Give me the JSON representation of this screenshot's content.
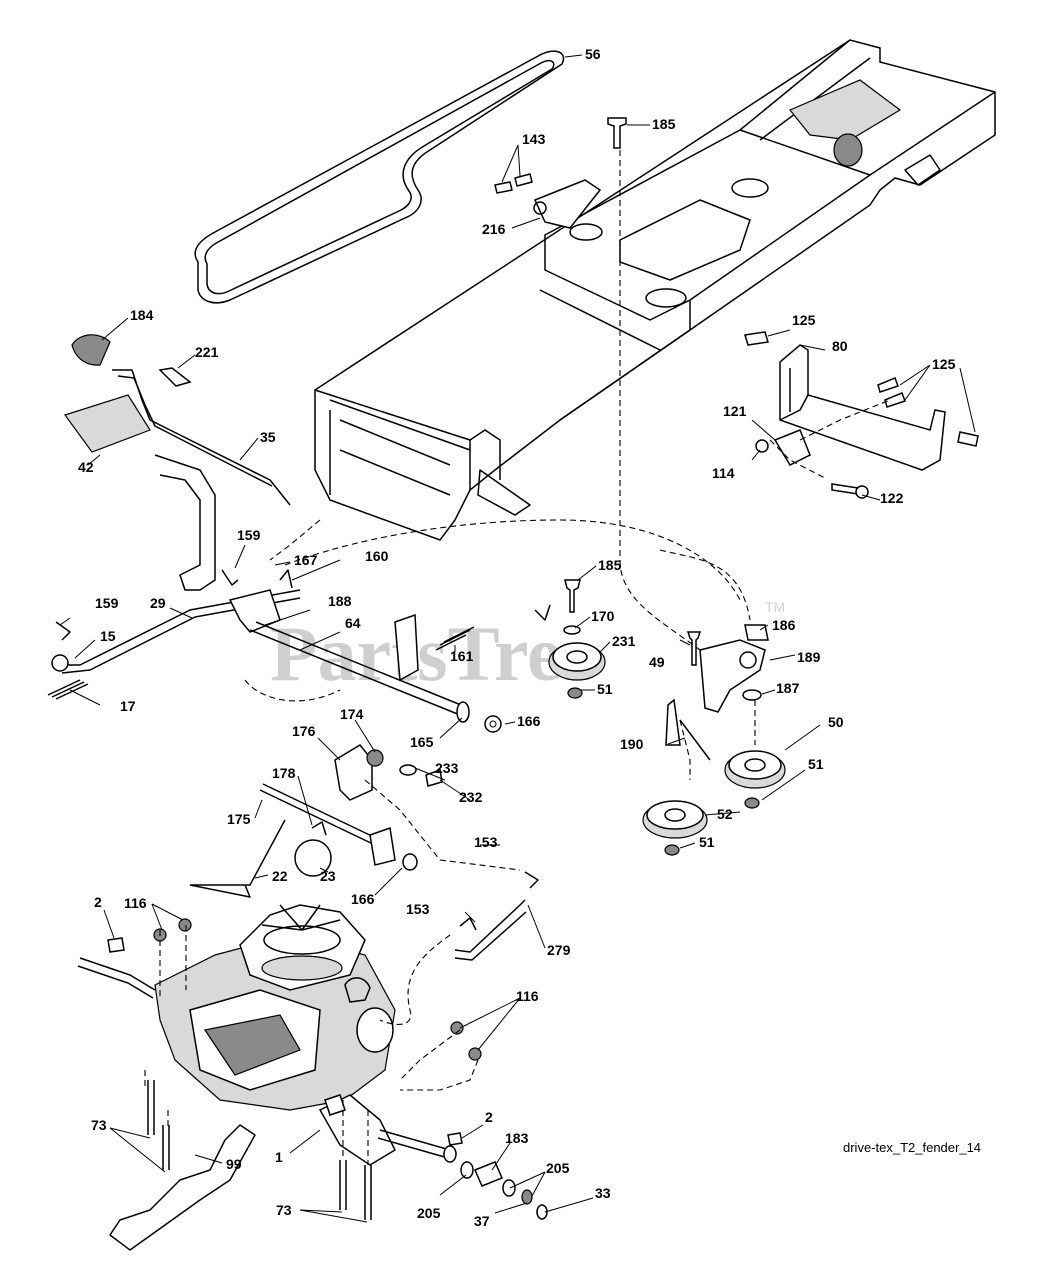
{
  "watermark": "PartsTree",
  "watermark_tm": "TM",
  "caption": "drive-tex_T2_fender_14",
  "callouts": [
    "56",
    "143",
    "185",
    "216",
    "184",
    "221",
    "42",
    "35",
    "125",
    "80",
    "125",
    "121",
    "114",
    "122",
    "159",
    "167",
    "160",
    "185",
    "170",
    "186",
    "49",
    "189",
    "159",
    "29",
    "188",
    "64",
    "161",
    "231",
    "51",
    "187",
    "15",
    "17",
    "190",
    "50",
    "174",
    "176",
    "165",
    "166",
    "178",
    "233",
    "232",
    "51",
    "52",
    "175",
    "51",
    "153",
    "22",
    "23",
    "166",
    "2",
    "116",
    "153",
    "279",
    "116",
    "73",
    "99",
    "1",
    "2",
    "183",
    "205",
    "205",
    "33",
    "73",
    "37"
  ]
}
